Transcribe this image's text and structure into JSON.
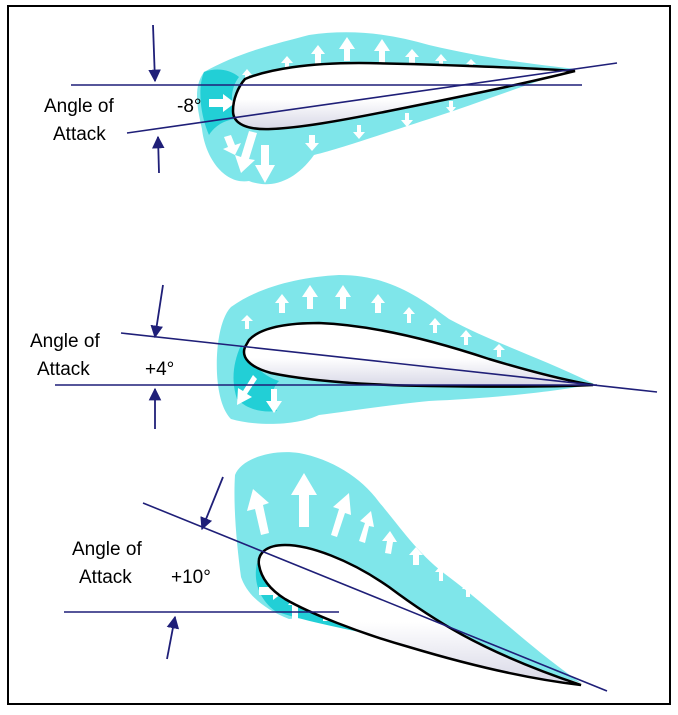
{
  "colors": {
    "pressure_light": "#7fe6ea",
    "pressure_dark": "#22cfd6",
    "line": "#1f1f78",
    "airfoil_fill": "#ffffff",
    "airfoil_shade": "#d7d7e6",
    "outline": "#000000",
    "arrow": "#ffffff"
  },
  "panels": [
    {
      "label_line1": "Angle of",
      "label_line2": "Attack",
      "angle": "-8°"
    },
    {
      "label_line1": "Angle of",
      "label_line2": "Attack",
      "angle": "+4°"
    },
    {
      "label_line1": "Angle of",
      "label_line2": "Attack",
      "angle": "+10°"
    }
  ]
}
